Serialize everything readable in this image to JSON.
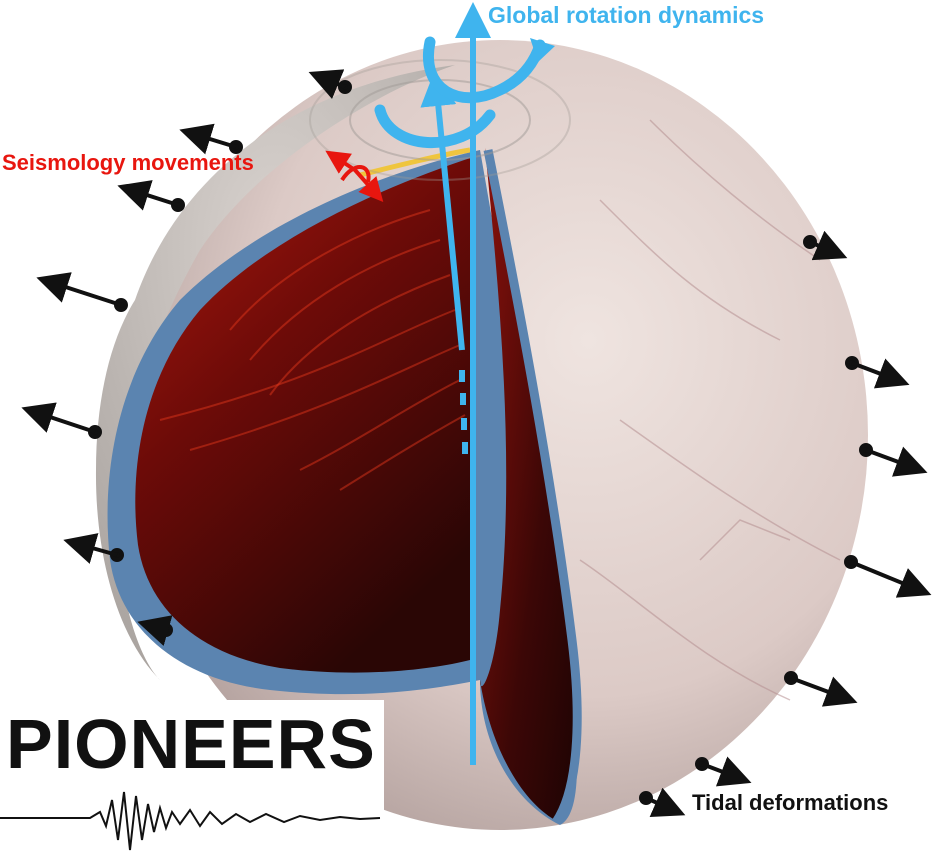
{
  "labels": {
    "rotation": "Global rotation dynamics",
    "seismology": "Seismology movements",
    "tidal": "Tidal deformations"
  },
  "logo": {
    "text": "PIONEERS"
  },
  "colors": {
    "rotation": "#3fb4ee",
    "seismology": "#e8160f",
    "tidal": "#111111",
    "ice_shell": "#5b84b0",
    "interior": "#4a0808",
    "surface": "#e3d5d2"
  }
}
